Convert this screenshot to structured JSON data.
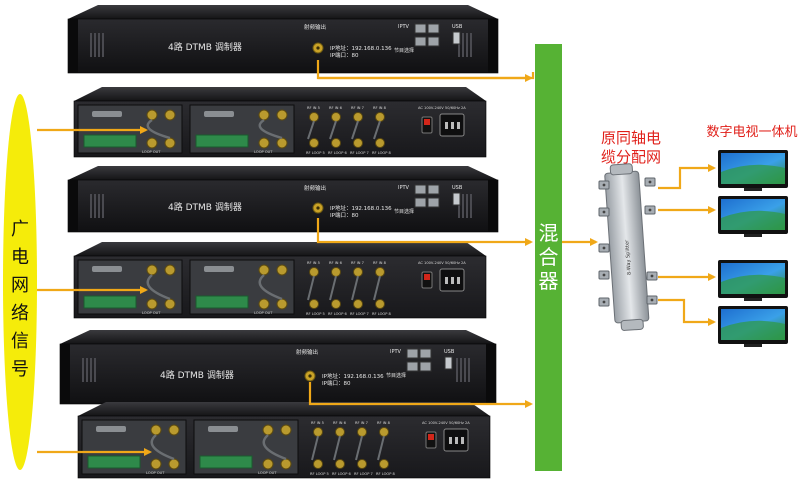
{
  "colors": {
    "signal_green": "#56b234",
    "arrow_orange": "#f0a818",
    "ellipse_yellow": "#f5ec0a",
    "label_red": "#e0201a",
    "chassis_dark": "#1c1c1e"
  },
  "source": {
    "label_chars": [
      "广",
      "电",
      "网",
      "络",
      "信",
      "号"
    ]
  },
  "mixer": {
    "label_chars": [
      "混",
      "合",
      "器"
    ]
  },
  "splitter": {
    "label_line1": "原同轴电",
    "label_line2": "缆分配网",
    "body_text": "8-Way Splitter"
  },
  "tv_group": {
    "label": "数字电视一体机",
    "count": 4
  },
  "units": [
    {
      "front": {
        "model": "4路 DTMB 调制器",
        "rf_out_label": "射频输出",
        "ip_addr": "IP地址：192.168.0.136",
        "ip_port": "IP端口：80",
        "iptv_label": "IPTV",
        "channel_label": "节目选择",
        "usb_label": "USB"
      },
      "rear": {
        "rf_in_labels": [
          "RF IN 5",
          "RF IN 6",
          "RF IN 7",
          "RF IN 8"
        ],
        "rf_loop_labels": [
          "RF LOOP 5",
          "RF LOOP 6",
          "RF LOOP 7",
          "RF LOOP 8"
        ],
        "power_label": "AC 100V-240V 50/60Hz 2A",
        "loop_out_label": "LOOP OUT"
      }
    },
    {
      "front": {
        "model": "4路 DTMB 调制器",
        "rf_out_label": "射频输出",
        "ip_addr": "IP地址：192.168.0.136",
        "ip_port": "IP端口：80",
        "iptv_label": "IPTV",
        "channel_label": "节目选择",
        "usb_label": "USB"
      },
      "rear": {
        "rf_in_labels": [
          "RF IN 5",
          "RF IN 6",
          "RF IN 7",
          "RF IN 8"
        ],
        "rf_loop_labels": [
          "RF LOOP 5",
          "RF LOOP 6",
          "RF LOOP 7",
          "RF LOOP 8"
        ],
        "power_label": "AC 100V-240V 50/60Hz 2A",
        "loop_out_label": "LOOP OUT"
      }
    },
    {
      "front": {
        "model": "4路 DTMB 调制器",
        "rf_out_label": "射频输出",
        "ip_addr": "IP地址：192.168.0.136",
        "ip_port": "IP端口：80",
        "iptv_label": "IPTV",
        "channel_label": "节目选择",
        "usb_label": "USB"
      },
      "rear": {
        "rf_in_labels": [
          "RF IN 5",
          "RF IN 6",
          "RF IN 7",
          "RF IN 8"
        ],
        "rf_loop_labels": [
          "RF LOOP 5",
          "RF LOOP 6",
          "RF LOOP 7",
          "RF LOOP 8"
        ],
        "power_label": "AC 100V-240V 50/60Hz 2A",
        "loop_out_label": "LOOP OUT"
      }
    }
  ]
}
